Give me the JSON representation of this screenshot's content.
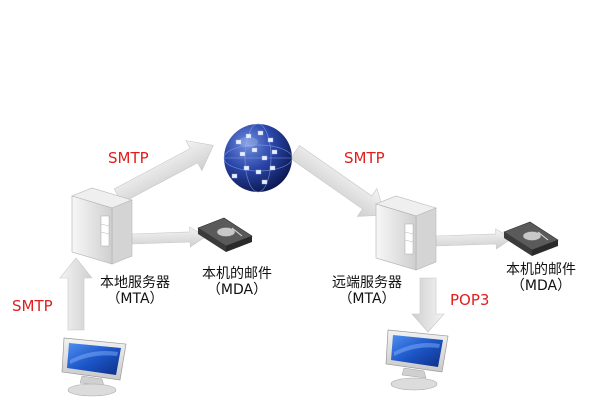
{
  "labels": {
    "smtp_to_internet": "SMTP",
    "smtp_from_internet": "SMTP",
    "smtp_from_client": "SMTP",
    "pop3": "POP3"
  },
  "nodes": {
    "local_server": {
      "line1": "本地服务器",
      "line2": "（MTA）"
    },
    "local_mda": {
      "line1": "本机的邮件",
      "line2": "（MDA）"
    },
    "remote_server": {
      "line1": "远端服务器",
      "line2": "（MTA）"
    },
    "remote_mda": {
      "line1": "本机的邮件",
      "line2": "（MDA）"
    }
  },
  "colors": {
    "protocol_text": "#e11d1d",
    "arrow": "#d9d9d9",
    "globe": "#1c2f7a",
    "monitor_screen": "#1d56c8"
  },
  "icons": [
    "server-icon",
    "hard-drive-icon",
    "globe-icon",
    "monitor-icon"
  ]
}
